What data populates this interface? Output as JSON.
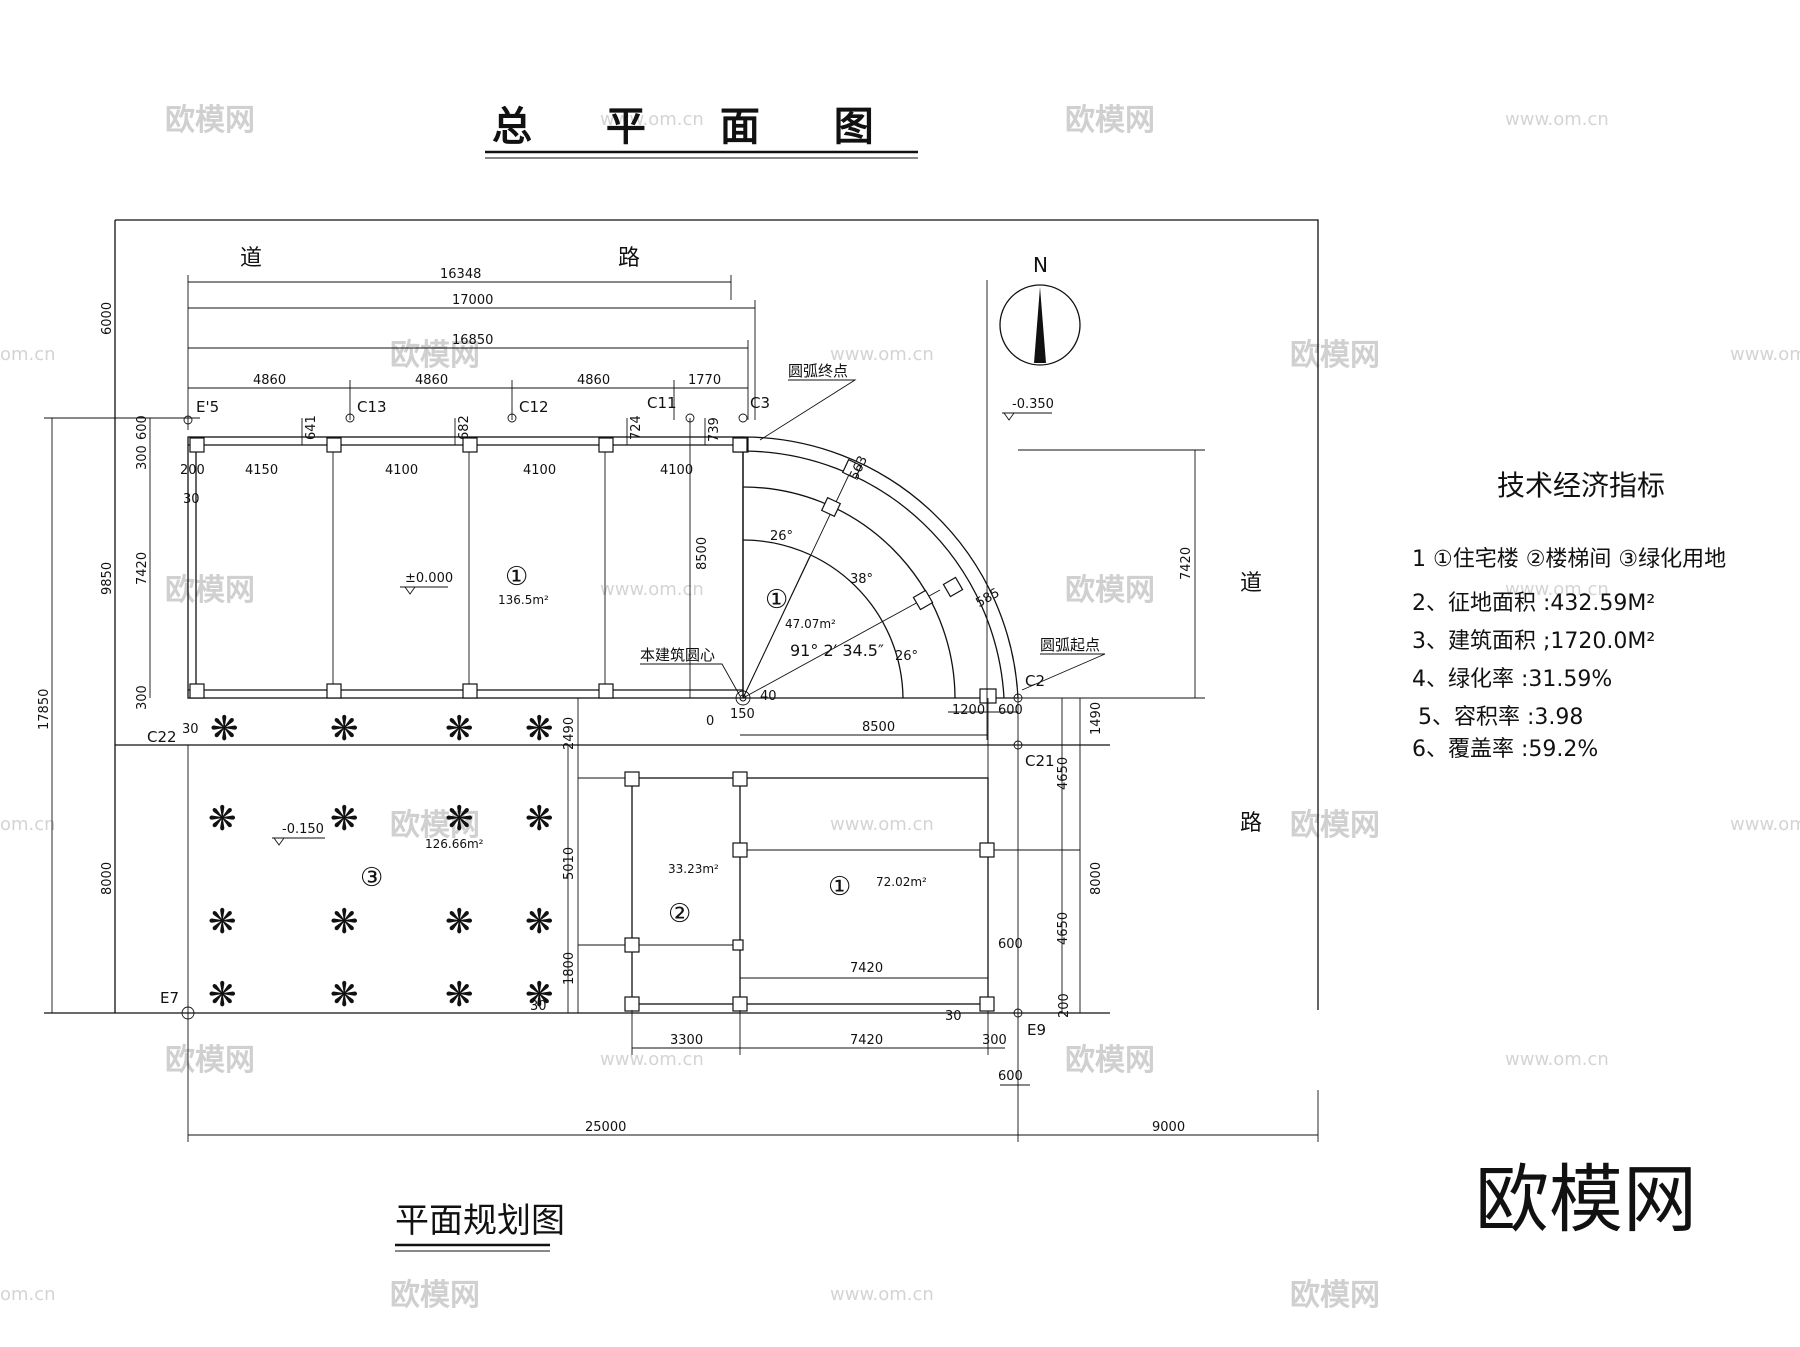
{
  "title": "总 平 面 图",
  "subtitle": "平面规划图",
  "brand": "欧模网",
  "watermarks": {
    "cn": "欧模网",
    "url": "www.om.cn",
    "partial": "om.cn"
  },
  "north": "N",
  "roads": {
    "top_1": "道",
    "top_2": "路",
    "right_1": "道",
    "right_2": "路"
  },
  "grid_labels": {
    "e5": "E'5",
    "c13": "C13",
    "c12": "C12",
    "c11": "C11",
    "c3": "C3",
    "c2": "C2",
    "c22": "C22",
    "c21": "C21",
    "e7": "E7",
    "e9": "E9"
  },
  "annotations": {
    "arc_end": "圆弧终点",
    "arc_start": "圆弧起点",
    "center": "本建筑圆心",
    "angle_total": "91° 2′ 34.5″",
    "angle_26a": "26°",
    "angle_38": "38°",
    "angle_26b": "26°",
    "angle_40": "40",
    "zero": "0"
  },
  "levels": {
    "l_0350": "-0.350",
    "l_0000": "±0.000",
    "l_0150": "-0.150"
  },
  "areas": {
    "a1_main": {
      "num": "①",
      "value": "136.5m²"
    },
    "a1_arc": {
      "num": "①",
      "value": "47.07m²"
    },
    "a1_south": {
      "num": "①",
      "value": "72.02m²"
    },
    "a2": {
      "num": "②",
      "value": "33.23m²"
    },
    "a3": {
      "num": "③",
      "value": "126.66m²"
    }
  },
  "dims": {
    "d16348": "16348",
    "d17000": "17000",
    "d16850": "16850",
    "d4860a": "4860",
    "d4860b": "4860",
    "d4860c": "4860",
    "d1770": "1770",
    "d4150": "4150",
    "d4100a": "4100",
    "d4100b": "4100",
    "d4100c": "4100",
    "d641": "641",
    "d682": "682",
    "d724": "724",
    "d739": "739",
    "d563": "563",
    "d585": "585",
    "d200": "200",
    "d30a": "30",
    "d30b": "30",
    "d30c": "30",
    "d30d": "30",
    "d6000": "6000",
    "d9850": "9850",
    "d17850": "17850",
    "d8000l": "8000",
    "d300a": "300",
    "d600a": "600",
    "d7420l": "7420",
    "d300b": "300",
    "d8500v": "8500",
    "d7420r": "7420",
    "d2490": "2490",
    "d5010": "5010",
    "d1800": "1800",
    "d1200": "1200",
    "d600b": "600",
    "d8500h": "8500",
    "d1490": "1490",
    "d4650a": "4650",
    "d4650b": "4650",
    "d8000r": "8000",
    "d600c": "600",
    "d200b": "200",
    "d7420m": "7420",
    "d3300": "3300",
    "d7420b": "7420",
    "d300c": "300",
    "d600d": "600",
    "d25000": "25000",
    "d9000": "9000",
    "d150": "150"
  },
  "tech": {
    "heading": "技术经济指标",
    "legend": "1 ①住宅楼   ②楼梯间 ③绿化用地",
    "items": [
      "2、征地面积 :432.59M²",
      "3、建筑面积 ;1720.0M²",
      "4、绿化率 :31.59%",
      "5、容积率 :3.98",
      "6、覆盖率 :59.2%"
    ]
  }
}
